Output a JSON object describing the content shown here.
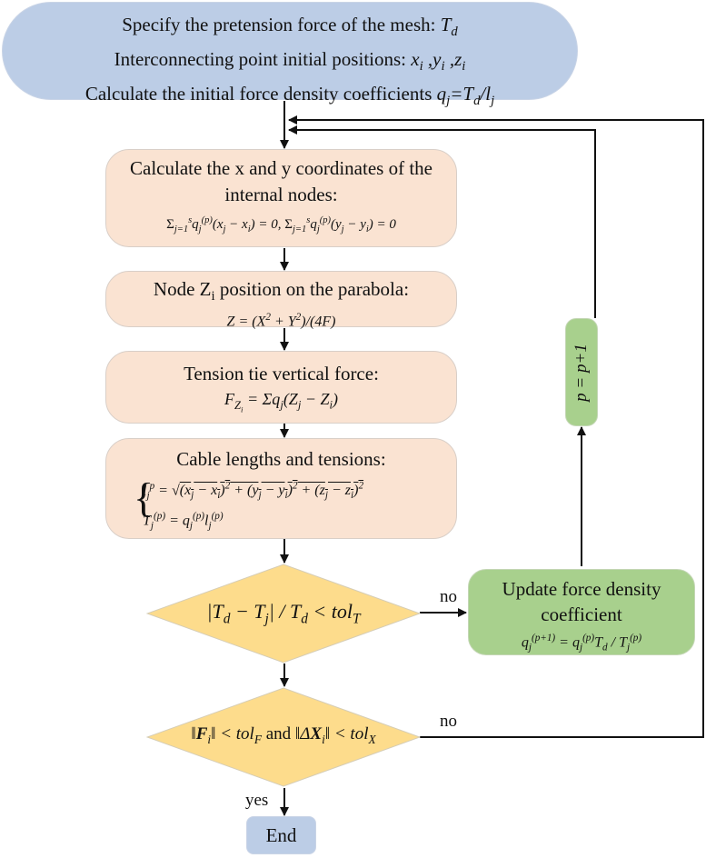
{
  "start": {
    "line1": "Specify the pretension force of the mesh: ",
    "line1_math": "T",
    "line1_sub": "d",
    "line2": "Interconnecting point initial positions: ",
    "line2_math": "x_i ,y_i ,z_i",
    "line3": "Calculate the initial force density coefficients ",
    "line3_math": "q_j=T_d/l_j"
  },
  "steps": [
    {
      "title": "Calculate the x and y coordinates of the internal nodes:",
      "formula": "Σ_{j=1}^{s} q_j^(p) (x_j − x_i) = 0, Σ_{j=1}^{s} q_j^(p) (y_j − y_i) = 0"
    },
    {
      "title": "Node Z_i position on the parabola:",
      "formula": "Z = (X² + Y²)/(4F)"
    },
    {
      "title": "Tension tie vertical force:",
      "formula": "F_Zi = Σ q_j (Z_j − Z_i)"
    },
    {
      "title": "Cable lengths and tensions:",
      "formula_1": "l_j^p = √((x_j − x_i)² + (y_j − y_i)² + (z_j − z_i)²)",
      "formula_2": "T_j^(p) = q_j^(p) l_j^(p)"
    }
  ],
  "decision1": {
    "condition": "|T_d − T_j| / T_d < tol_T",
    "no_label": "no"
  },
  "update": {
    "title": "Update force density coefficient",
    "formula": "q_j^(p+1) = q_j^(p) T_d / T_j^(p)"
  },
  "increment": {
    "formula": "p = p+1"
  },
  "decision2": {
    "condition": "‖F_i‖ < tol_F and ‖ΔX_i‖ < tol_X",
    "no_label": "no",
    "yes_label": "yes"
  },
  "end": {
    "label": "End"
  },
  "colors": {
    "start_end": "#bccde6",
    "process": "#fae3d2",
    "decision": "#fddc8c",
    "green": "#a8d08d",
    "line": "#111111"
  }
}
